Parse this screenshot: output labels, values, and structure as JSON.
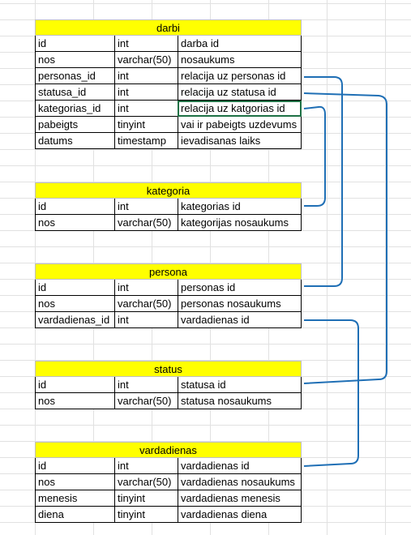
{
  "tables": [
    {
      "title": "darbi",
      "rows": [
        [
          "id",
          "int",
          "darba id"
        ],
        [
          "nos",
          "varchar(50)",
          "nosaukums"
        ],
        [
          "personas_id",
          "int",
          "relacija uz personas id"
        ],
        [
          "statusa_id",
          "int",
          "relacija uz statusa id"
        ],
        [
          "kategorias_id",
          "int",
          "relacija uz katgorias id"
        ],
        [
          "pabeigts",
          "tinyint",
          "vai ir pabeigts uzdevums"
        ],
        [
          "datums",
          "timestamp",
          "ievadisanas laiks"
        ]
      ]
    },
    {
      "title": "kategoria",
      "rows": [
        [
          "id",
          "int",
          "kategorias id"
        ],
        [
          "nos",
          "varchar(50)",
          "kategorijas nosaukums"
        ]
      ]
    },
    {
      "title": "persona",
      "rows": [
        [
          "id",
          "int",
          "personas id"
        ],
        [
          "nos",
          "varchar(50)",
          "personas nosaukums"
        ],
        [
          "vardadienas_id",
          "int",
          "vardadienas id"
        ]
      ]
    },
    {
      "title": "status",
      "rows": [
        [
          "id",
          "int",
          "statusa id"
        ],
        [
          "nos",
          "varchar(50)",
          "statusa nosaukums"
        ]
      ]
    },
    {
      "title": "vardadienas",
      "rows": [
        [
          "id",
          "int",
          "vardadienas id"
        ],
        [
          "nos",
          "varchar(50)",
          "vardadienas nosaukums"
        ],
        [
          "menesis",
          "tinyint",
          "vardadienas menesis"
        ],
        [
          "diena",
          "tinyint",
          "vardadienas diena"
        ]
      ]
    }
  ],
  "selected_cell": {
    "table": 0,
    "row": 4,
    "col": 2
  },
  "colors": {
    "header_fill": "#ffff00",
    "connector": "#1f6fb5",
    "selection": "#1e7145"
  },
  "relations": [
    {
      "from": "darbi.personas_id",
      "to": "persona.id"
    },
    {
      "from": "darbi.statusa_id",
      "to": "status.id"
    },
    {
      "from": "darbi.kategorias_id",
      "to": "kategoria.id"
    },
    {
      "from": "persona.vardadienas_id",
      "to": "vardadienas.id"
    }
  ]
}
